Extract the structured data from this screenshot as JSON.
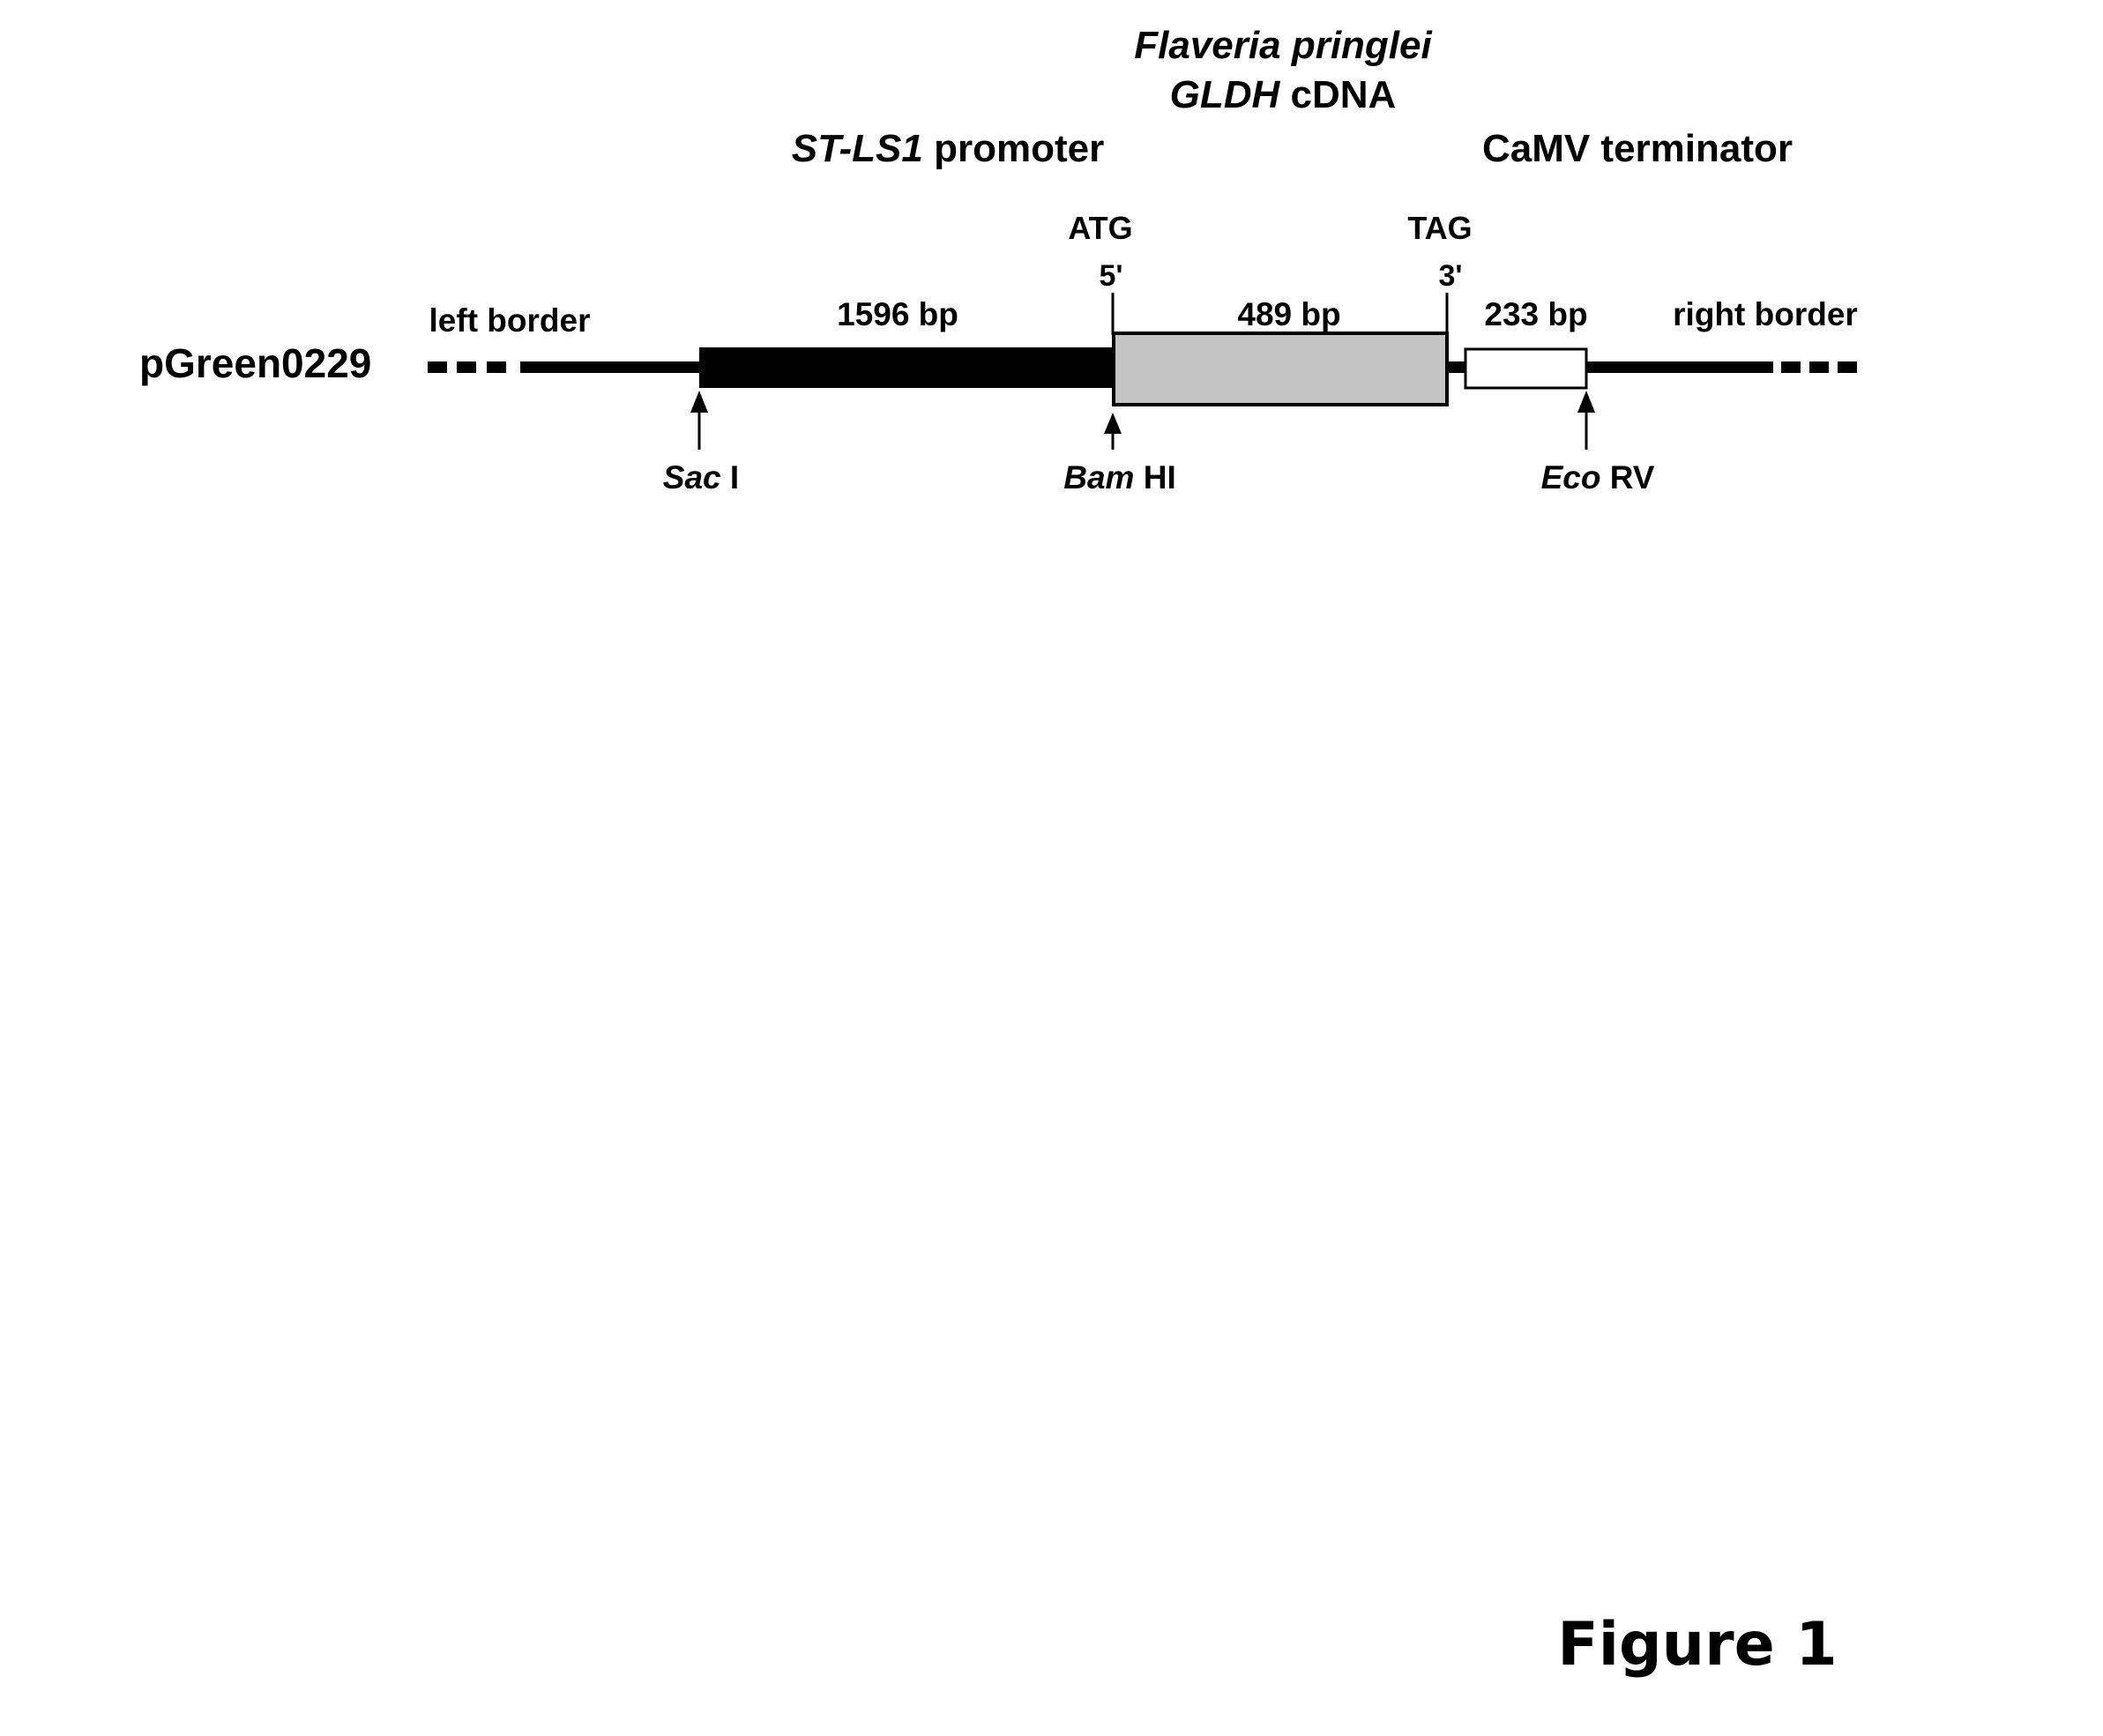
{
  "diagram": {
    "vector_name": "pGreen0229",
    "left_border_label": "left border",
    "right_border_label": "right border",
    "promoter": {
      "name_italic": "ST-LS1",
      "name_rest": " promoter",
      "size_label": "1596 bp"
    },
    "cdna": {
      "species": "Flaveria pringlei",
      "gene_italic": "GLDH",
      "gene_rest": " cDNA",
      "size_label": "489 bp",
      "start_codon": "ATG",
      "five_prime": "5'",
      "stop_codon": "TAG",
      "three_prime": "3'"
    },
    "terminator": {
      "name": "CaMV terminator",
      "size_label": "233 bp"
    },
    "sites": [
      {
        "italic": "Sac",
        "rest": " I"
      },
      {
        "italic": "Bam",
        "rest": " HI"
      },
      {
        "italic": "Eco",
        "rest": " RV"
      }
    ],
    "colors": {
      "promoter": "#000000",
      "cdna": "#c4c4c4",
      "terminator": "#ffffff",
      "line": "#000000"
    }
  },
  "figure_label": "Figure 1"
}
